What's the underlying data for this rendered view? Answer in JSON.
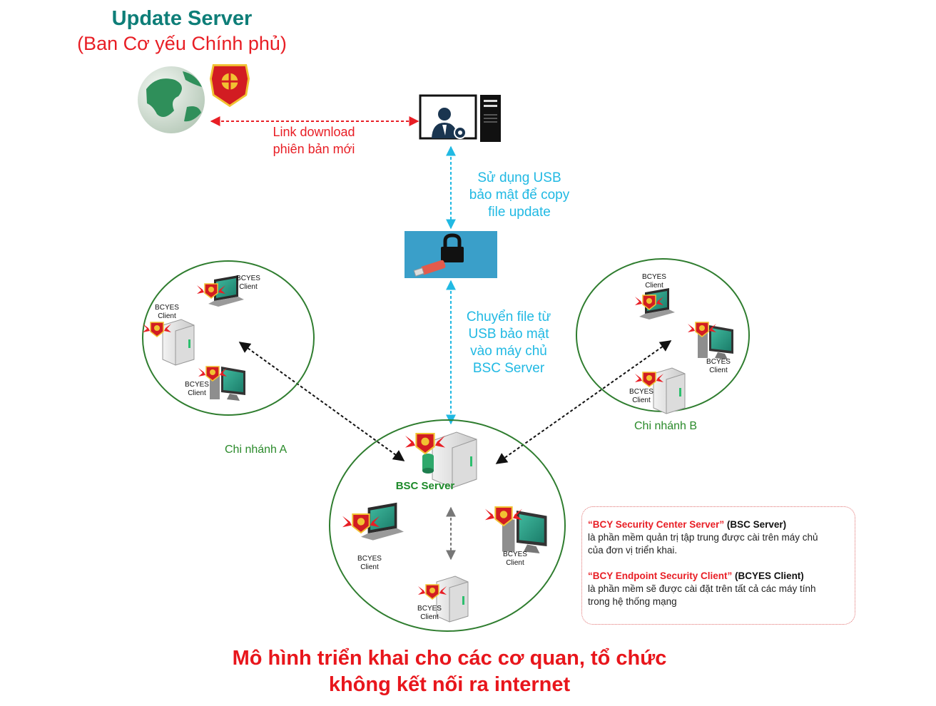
{
  "header": {
    "title": "Update Server",
    "subtitle": "(Ban Cơ yếu Chính phủ)"
  },
  "links": {
    "download": [
      "Link download",
      "phiên bản mới"
    ],
    "usb_copy": [
      "Sử dụng USB",
      "bảo mật để copy",
      "file update"
    ],
    "transfer": [
      "Chuyển file từ",
      "USB bảo mật",
      "vào máy chủ",
      "BSC Server"
    ]
  },
  "branches": {
    "a": "Chi nhánh A",
    "b": "Chi nhánh B"
  },
  "client_label": [
    "BCYES",
    "Client"
  ],
  "server_label": "BSC Server",
  "legend": {
    "item1": {
      "name": "“BCY Security Center Server”",
      "short": "(BSC Server)",
      "desc": [
        "là phần mềm quản trị tập trung được cài trên máy chủ",
        "của đơn vị triển khai."
      ]
    },
    "item2": {
      "name": "“BCY Endpoint Security Client”",
      "short": "(BCYES Client)",
      "desc": [
        "là phần mềm sẽ được cài đặt trên tất cả các máy tính",
        "trong hệ thống mạng"
      ]
    }
  },
  "footer": {
    "line1": "Mô hình triển khai cho các cơ quan, tổ chức",
    "line2": "không kết nối ra internet"
  },
  "colors": {
    "teal_title": "#0e7e78",
    "red": "#e81e25",
    "cyan": "#21b9e3",
    "green": "#2a8a2a",
    "usb_panel": "#3a9fc9"
  },
  "icons": [
    "globe-icon",
    "emblem-icon",
    "admin-workstation-icon",
    "secure-usb-icon",
    "laptop-icon",
    "desktop-icon",
    "server-icon"
  ]
}
